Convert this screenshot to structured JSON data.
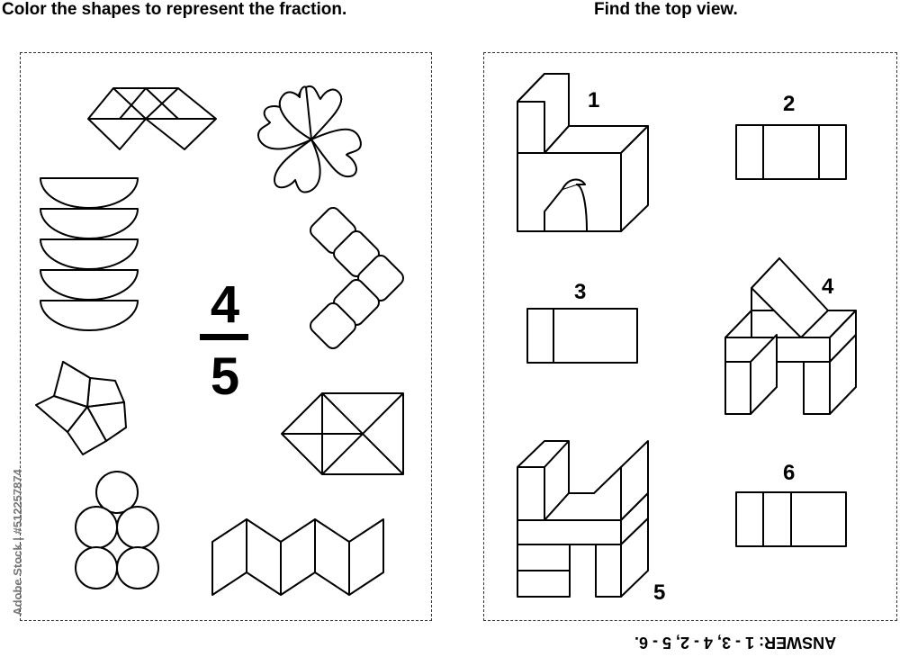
{
  "left_heading": "Color the shapes to represent the fraction.",
  "right_heading": "Find the top view.",
  "fraction": {
    "numerator": "4",
    "denominator": "5"
  },
  "views": [
    "1",
    "2",
    "3",
    "4",
    "5",
    "6"
  ],
  "watermark": "Adobe Stock | #512257874",
  "answer": "ANSWER: 1 - 3, 4 - 2, 5 - 6."
}
